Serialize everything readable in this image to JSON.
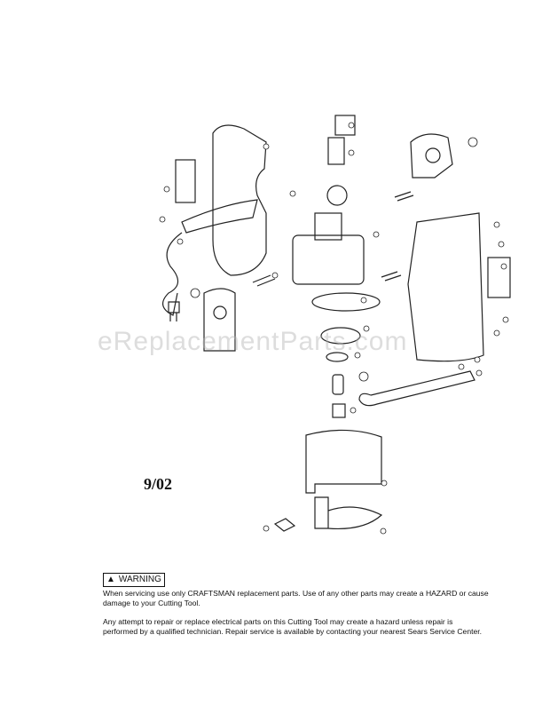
{
  "watermark": "eReplacementParts.com",
  "date_code": "9/02",
  "warning": {
    "icon": "warning-triangle-icon",
    "label": "WARNING",
    "para1_line1": "When servicing use only CRAFTSMAN replacement parts.  Use of any other parts may create a HAZARD or cause",
    "para1_line2": "damage to your Cutting Tool.",
    "para2_line1": "Any attempt to repair or replace electrical parts on this Cutting Tool may create a hazard unless repair is",
    "para2_line2": "performed by a qualified technician.  Repair service is available by contacting your nearest Sears Service Center."
  }
}
